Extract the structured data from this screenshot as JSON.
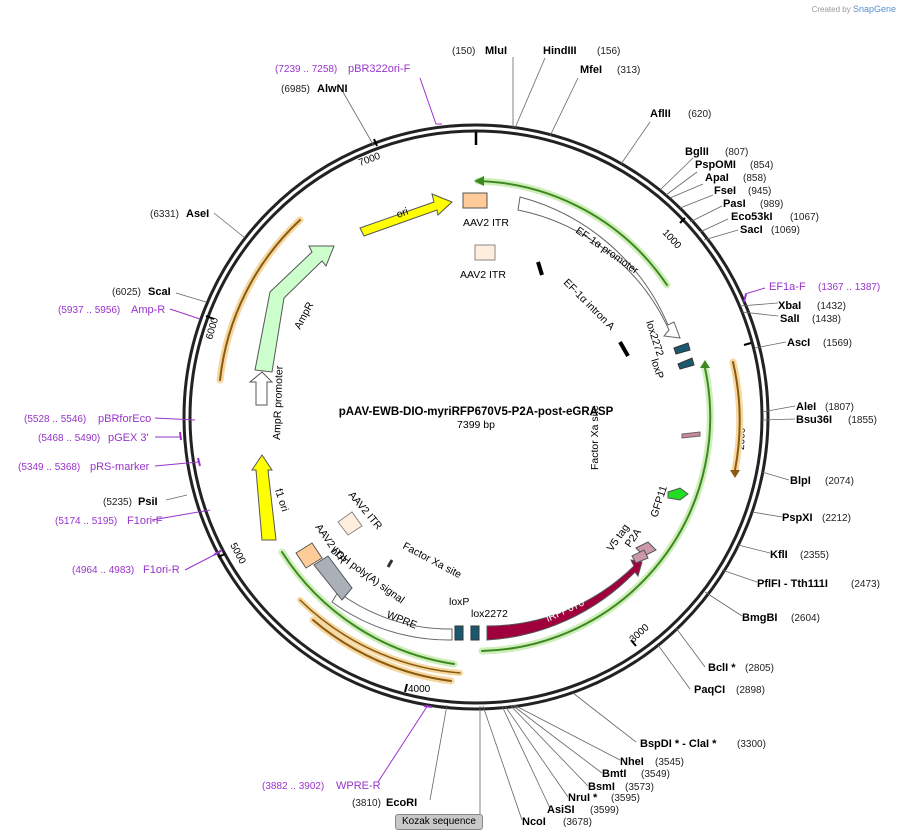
{
  "credit": {
    "prefix": "Created by",
    "brand": "SnapGene"
  },
  "plasmid": {
    "name": "pAAV-EWB-DIO-myriRFP670V5-P2A-post-eGRASP",
    "size": "7399 bp"
  },
  "ticks": [
    "1000",
    "2000",
    "3000",
    "4000",
    "5000",
    "6000",
    "7000"
  ],
  "sites": [
    {
      "name": "MluI",
      "pos": "(150)"
    },
    {
      "name": "HindIII",
      "pos": "(156)"
    },
    {
      "name": "MfeI",
      "pos": "(313)"
    },
    {
      "name": "AflII",
      "pos": "(620)"
    },
    {
      "name": "BglII",
      "pos": "(807)"
    },
    {
      "name": "PspOMI",
      "pos": "(854)"
    },
    {
      "name": "ApaI",
      "pos": "(858)"
    },
    {
      "name": "FseI",
      "pos": "(945)"
    },
    {
      "name": "PasI",
      "pos": "(989)"
    },
    {
      "name": "Eco53kI",
      "pos": "(1067)"
    },
    {
      "name": "SacI",
      "pos": "(1069)"
    },
    {
      "name": "XbaI",
      "pos": "(1432)"
    },
    {
      "name": "SalI",
      "pos": "(1438)"
    },
    {
      "name": "AscI",
      "pos": "(1569)"
    },
    {
      "name": "AleI",
      "pos": "(1807)"
    },
    {
      "name": "Bsu36I",
      "pos": "(1855)"
    },
    {
      "name": "BlpI",
      "pos": "(2074)"
    },
    {
      "name": "PspXI",
      "pos": "(2212)"
    },
    {
      "name": "KflI",
      "pos": "(2355)"
    },
    {
      "name": "PflFI - Tth111I",
      "pos": "(2473)"
    },
    {
      "name": "BmgBI",
      "pos": "(2604)"
    },
    {
      "name": "BclI *",
      "pos": "(2805)"
    },
    {
      "name": "PaqCI",
      "pos": "(2898)"
    },
    {
      "name": "BspDI * - ClaI *",
      "pos": "(3300)"
    },
    {
      "name": "NheI",
      "pos": "(3545)"
    },
    {
      "name": "BmtI",
      "pos": "(3549)"
    },
    {
      "name": "BsmI",
      "pos": "(3573)"
    },
    {
      "name": "NruI *",
      "pos": "(3595)"
    },
    {
      "name": "AsiSI",
      "pos": "(3599)"
    },
    {
      "name": "NcoI",
      "pos": "(3678)"
    },
    {
      "name": "EcoRI",
      "pos": "(3810)"
    },
    {
      "name": "PsiI",
      "pos": "(5235)"
    },
    {
      "name": "ScaI",
      "pos": "(6025)"
    },
    {
      "name": "AseI",
      "pos": "(6331)"
    },
    {
      "name": "AlwNI",
      "pos": "(6985)"
    }
  ],
  "primers": [
    {
      "name": "pBR322ori-F",
      "pos": "(7239 .. 7258)"
    },
    {
      "name": "EF1a-F",
      "pos": "(1367 .. 1387)"
    },
    {
      "name": "Amp-R",
      "pos": "(5937 .. 5956)"
    },
    {
      "name": "pBRforEco",
      "pos": "(5528 .. 5546)"
    },
    {
      "name": "pGEX 3'",
      "pos": "(5468 .. 5490)"
    },
    {
      "name": "pRS-marker",
      "pos": "(5349 .. 5368)"
    },
    {
      "name": "F1ori-F",
      "pos": "(5174 .. 5195)"
    },
    {
      "name": "F1ori-R",
      "pos": "(4964 .. 4983)"
    },
    {
      "name": "WPRE-R",
      "pos": "(3882 .. 3902)"
    }
  ],
  "features": {
    "aav2_itr": "AAV2 ITR",
    "ef1a_promoter": "EF-1α promoter",
    "ef1a_intron": "EF-1α intron A",
    "lox2272": "lox2272",
    "loxp": "loxP",
    "factor_xa": "Factor Xa site",
    "gfp11": "GFP11",
    "v5_tag": "V5 tag",
    "p2a": "P2A",
    "irfp670": "iRFP670",
    "wpre": "WPRE",
    "bgh": "bGH poly(A) signal",
    "f1_ori": "f1 ori",
    "ampr_promoter": "AmpR promoter",
    "ampr": "AmpR",
    "ori": "ori"
  },
  "kozak": "Kozak sequence",
  "colors": {
    "backbone": "#222222",
    "ori": "#ffff00",
    "ampr": "#ccffcc",
    "irfp670": "#a0003c",
    "itr": "#ffcc99",
    "primer": "#9933cc",
    "orf_ring_orange": "#e8a030",
    "orf_ring_green": "#66bb33"
  }
}
